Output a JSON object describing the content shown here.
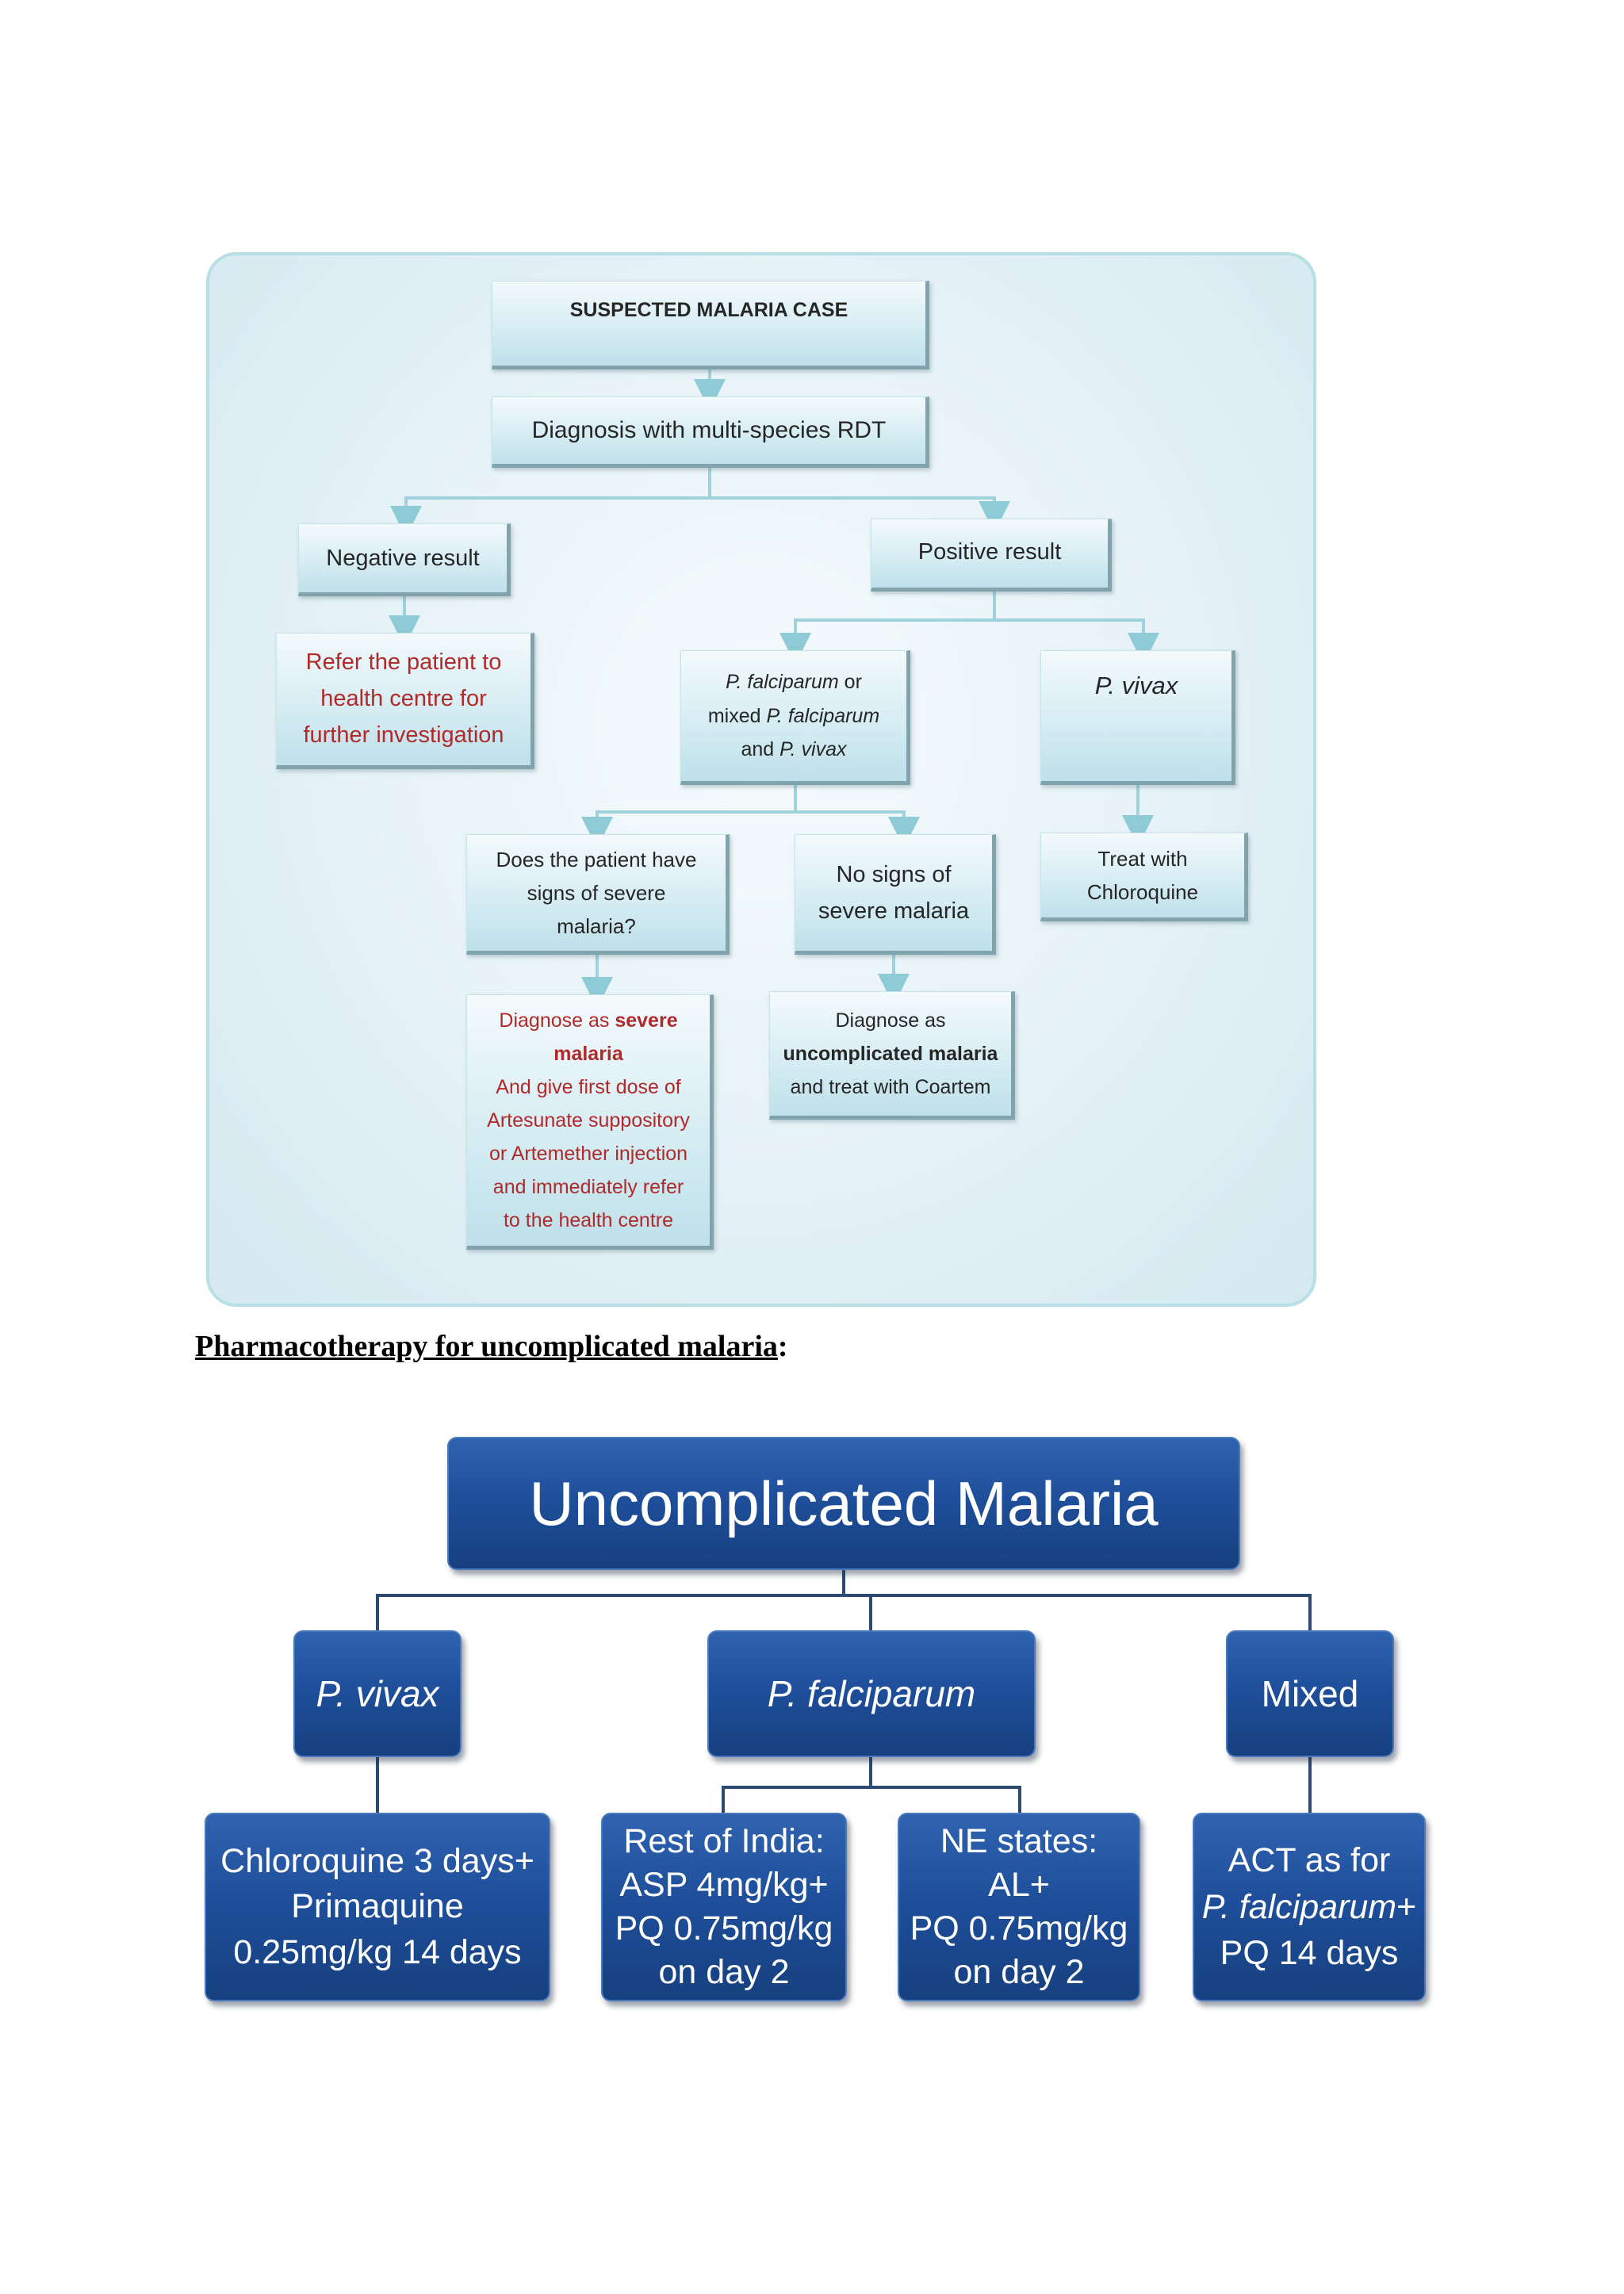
{
  "flowchart1": {
    "start": "SUSPECTED MALARIA CASE",
    "diagnosis": "Diagnosis with multi-species RDT",
    "negative": "Negative result",
    "positive": "Positive result",
    "refer": [
      "Refer the patient to",
      "health centre for",
      "further investigation"
    ],
    "falciparum_mixed": {
      "l1_it": "P. falciparum",
      "l1_rest": " or",
      "l2_pre": "mixed ",
      "l2_it": "P. falciparum",
      "l3_pre": "and ",
      "l3_it": "P. vivax"
    },
    "vivax": "P. vivax",
    "severe_question": [
      "Does the patient have",
      "signs of severe",
      "malaria?"
    ],
    "no_severe": [
      "No signs of",
      "severe malaria"
    ],
    "treat_chloroquine": [
      "Treat with",
      "Chloroquine"
    ],
    "diagnose_severe": {
      "l1_pre": "Diagnose as ",
      "l1_bold": "severe",
      "l2_bold": "malaria",
      "rest": [
        "And give first dose of",
        "Artesunate suppository",
        "or Artemether injection",
        "and immediately refer",
        "to the health centre"
      ]
    },
    "diagnose_uncomplicated": {
      "l1": "Diagnose as",
      "l2_bold": "uncomplicated malaria",
      "l3": "and treat with Coartem"
    }
  },
  "heading": {
    "text": "Pharmacotherapy for uncomplicated malaria",
    "suffix": ":"
  },
  "flowchart2": {
    "root": "Uncomplicated Malaria",
    "vivax": "P. vivax",
    "falciparum": "P. falciparum",
    "mixed": "Mixed",
    "vivax_treatment": [
      "Chloroquine 3 days+",
      "Primaquine",
      "0.25mg/kg 14 days"
    ],
    "rest_of_india": [
      "Rest of India:",
      "ASP 4mg/kg+",
      "PQ 0.75mg/kg",
      "on day 2"
    ],
    "ne_states": [
      "NE states:",
      "AL+",
      "PQ 0.75mg/kg",
      "on day 2"
    ],
    "mixed_treatment": {
      "l1": "ACT as for",
      "l2_it": "P. falciparum",
      "l2_rest": "+",
      "l3": "PQ 14 days"
    }
  },
  "colors": {
    "flow1_border": "#b8dfe6",
    "flow1_line": "#9fd2dc",
    "flow1_red_text": "#b02a2a",
    "flow2_box": "#1f4f9b",
    "flow2_line": "#2c4a72"
  }
}
